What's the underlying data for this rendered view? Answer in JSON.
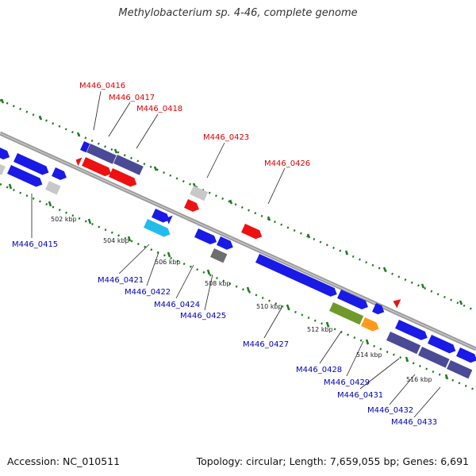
{
  "title": "Methylobacterium sp. 4-46, complete genome",
  "footer": {
    "accession": "Accession: NC_010511",
    "summary": "Topology: circular; Length: 7,659,055 bp; Genes: 6,691"
  },
  "colors": {
    "backbone": "#8c8c8c",
    "tick": "#1e7a1e",
    "label_top": "#dd0000",
    "label_bottom": "#0000bb",
    "blue": "#1a1ae6",
    "navy": "#4a4a96",
    "red": "#ee1111",
    "lightgray": "#c8c8c8",
    "darkgray": "#6e6e6e",
    "cyan": "#22bbee",
    "olive": "#6f9a2a",
    "orange": "#ff9a1a"
  },
  "kbp_labels": [
    "502 kbp",
    "504 kbp",
    "506 kbp",
    "508 kbp",
    "510 kbp",
    "512 kbp",
    "514 kbp",
    "516 kbp"
  ],
  "top_labels": [
    "M446_0416",
    "M446_0417",
    "M446_0418",
    "M446_0423",
    "M446_0426"
  ],
  "bottom_labels": [
    "M446_0415",
    "M446_0421",
    "M446_0422",
    "M446_0424",
    "M446_0425",
    "M446_0427",
    "M446_0428",
    "M446_0429",
    "M446_0431",
    "M446_0432",
    "M446_0433"
  ]
}
